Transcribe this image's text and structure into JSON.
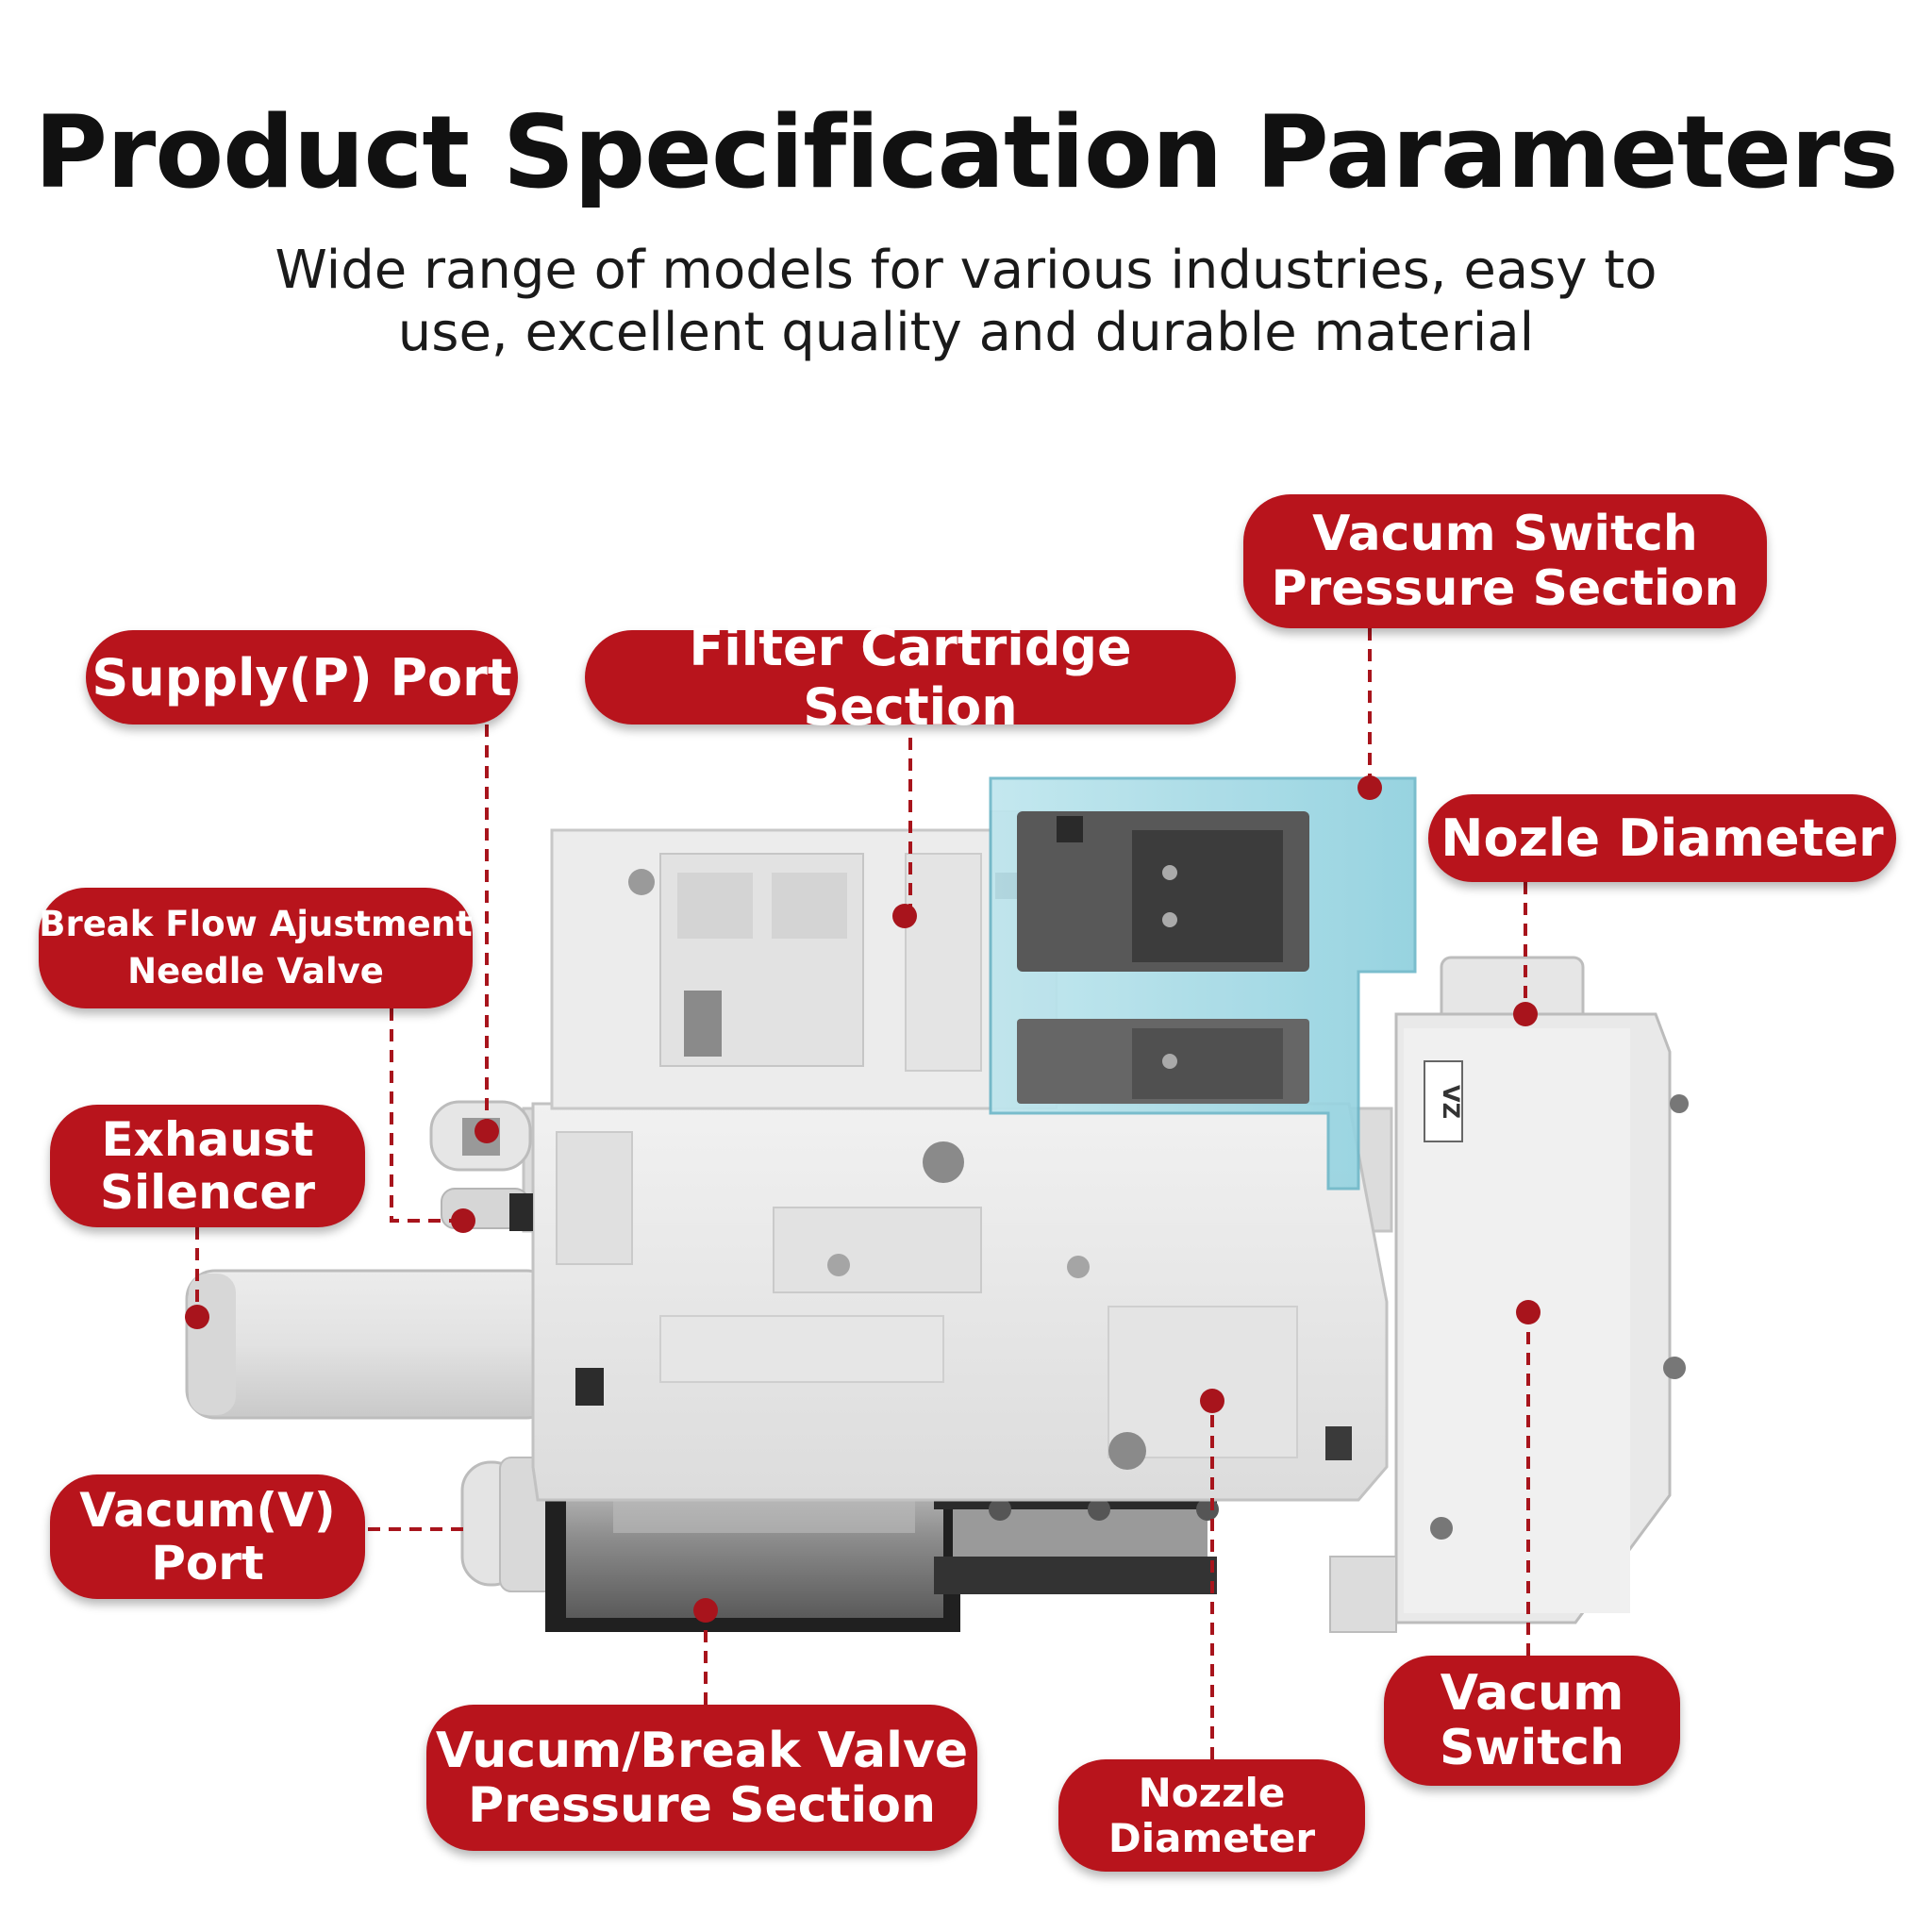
{
  "header": {
    "title": "Product Specification Parameters",
    "subtitle_line1": "Wide range of models for various industries, easy to",
    "subtitle_line2": "use, excellent quality and durable material"
  },
  "colors": {
    "label_background": "#b8141c",
    "label_text": "#ffffff",
    "leader_line": "#a8141c",
    "product_body": "#e8e8e8",
    "switch_cover": "#a9dbe6"
  },
  "labels": {
    "supply_port": "Supply(P) Port",
    "filter_cartridge": "Filter Cartridge Section",
    "vacuum_switch_pressure": [
      "Vacum Switch",
      "Pressure Section"
    ],
    "nozzle_diameter_top": "Nozle Diameter",
    "break_flow_needle": [
      "Break Flow Ajustment",
      "Needle Valve"
    ],
    "exhaust_silencer": [
      "Exhaust",
      "Silencer"
    ],
    "vacuum_port": [
      "Vacum(V)",
      "Port"
    ],
    "vacuum_break_valve": [
      "Vucum/Break Valve",
      "Pressure Section"
    ],
    "nozzle_diameter_bottom": [
      "Nozzle",
      "Diameter"
    ],
    "vacuum_switch": [
      "Vacum",
      "Switch"
    ]
  },
  "product": {
    "switch_marking": "VZ"
  }
}
